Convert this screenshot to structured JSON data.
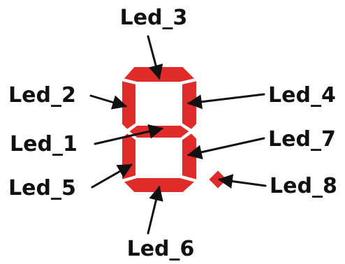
{
  "colors": {
    "segment_fill": "#e02b2b",
    "segment_stroke": "#b81c1c",
    "segment_gap": "#ffffff",
    "arrow": "#111111",
    "text": "#111111"
  },
  "labels": {
    "led_1": "Led_1",
    "led_2": "Led_2",
    "led_3": "Led_3",
    "led_4": "Led_4",
    "led_5": "Led_5",
    "led_6": "Led_6",
    "led_7": "Led_7",
    "led_8": "Led_8"
  }
}
